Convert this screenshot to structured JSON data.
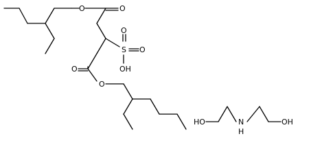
{
  "structure": {
    "molecule_1": {
      "atoms": {
        "o_ester1": "O",
        "o_carbonyl1": "O",
        "s_sulfo": "S",
        "o_sulfo1": "O",
        "o_sulfo2": "O",
        "oh_sulfo": "OH",
        "o_carbonyl2": "O",
        "o_ester2": "O"
      }
    },
    "molecule_2": {
      "atoms": {
        "ho_left": "HO",
        "n_amine": "N",
        "h_amine": "H",
        "oh_right": "OH"
      }
    }
  }
}
